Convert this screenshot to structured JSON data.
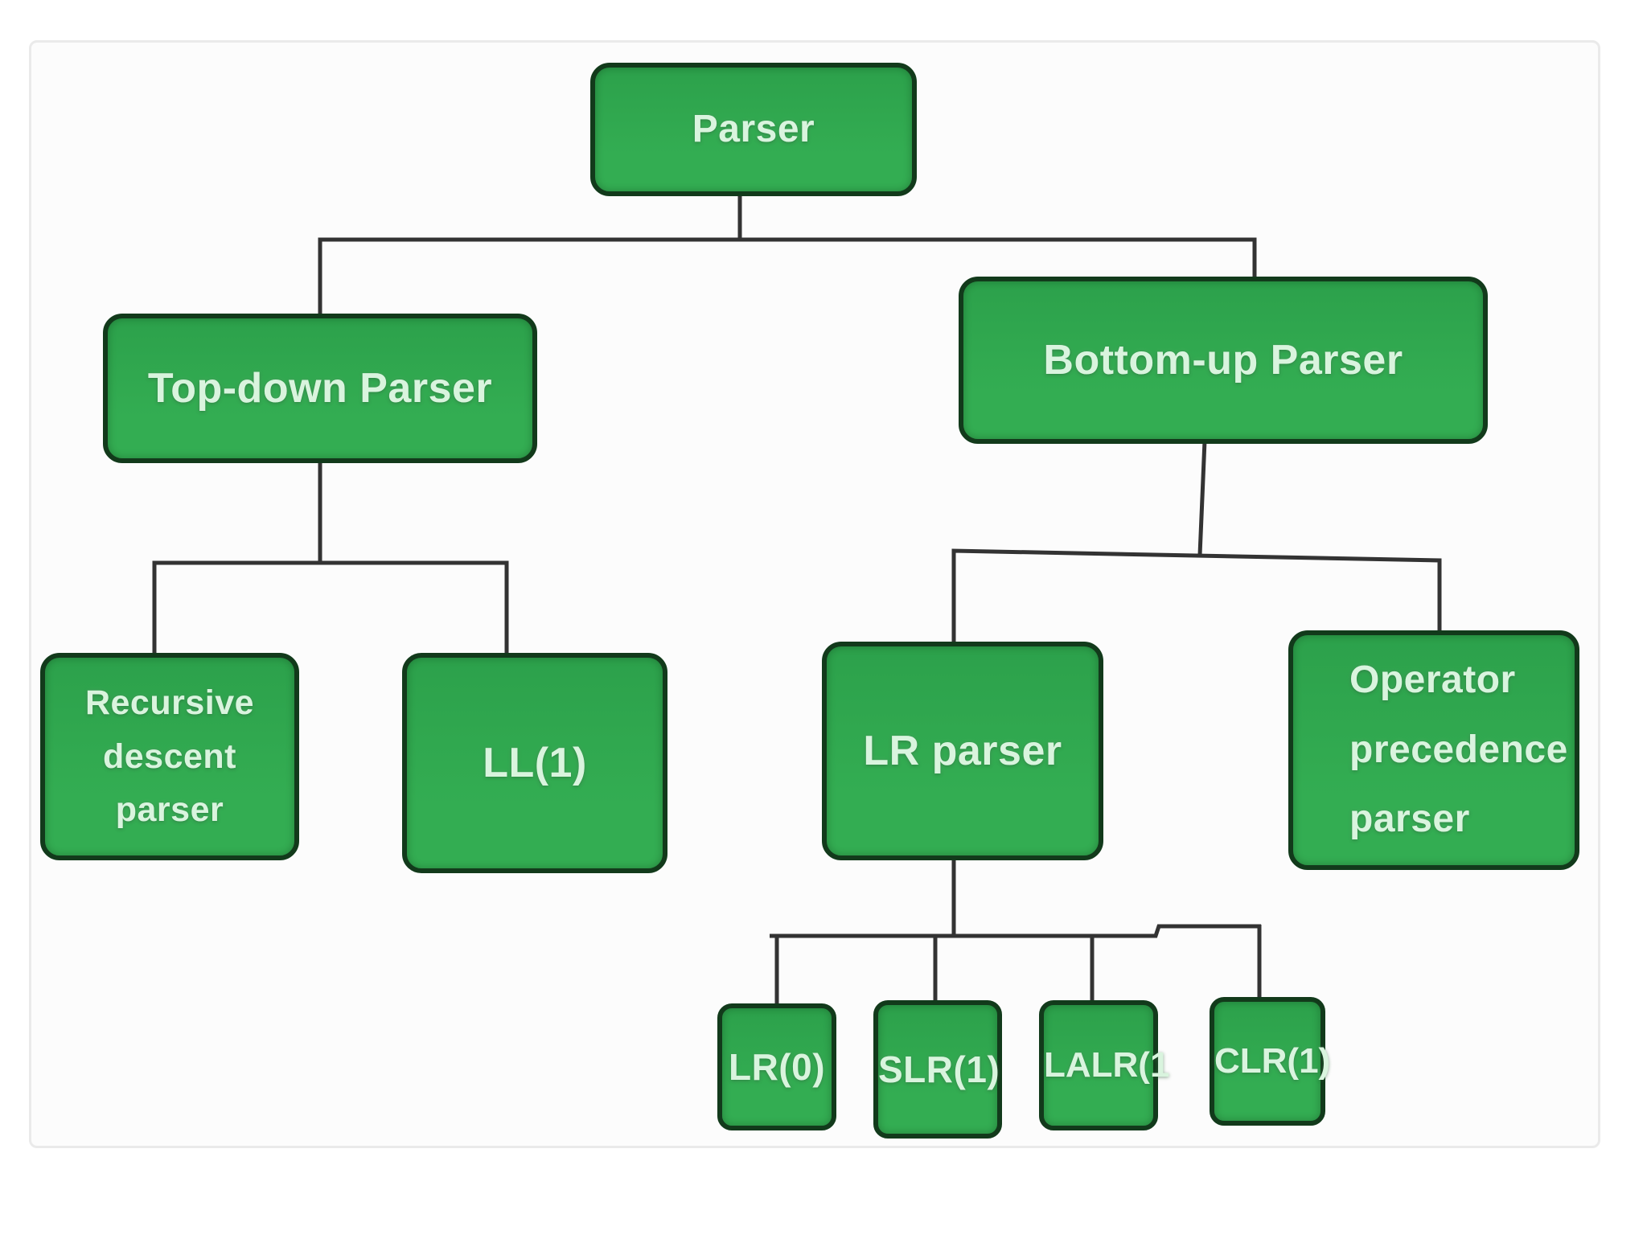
{
  "tree": {
    "label": "Parser",
    "children": [
      {
        "label": "Top-down Parser",
        "children": [
          {
            "label": "Recursive descent parser",
            "children": []
          },
          {
            "label": "LL(1)",
            "children": []
          }
        ]
      },
      {
        "label": "Bottom-up Parser",
        "children": [
          {
            "label": "LR parser",
            "children": [
              {
                "label": "LR(0)"
              },
              {
                "label": "SLR(1)"
              },
              {
                "label": "LALR(1"
              },
              {
                "label": "CLR(1)"
              }
            ]
          },
          {
            "label": "Operator precedence parser",
            "children": []
          }
        ]
      }
    ]
  },
  "colors": {
    "node_fill": "#2CA14B",
    "node_fill_light": "#33AD52",
    "node_border": "#123A1B",
    "node_text": "#D9F4DE",
    "connector_color": "#333333",
    "canvas_border": "#EAEAEA",
    "canvas_bg": "#FCFCFC",
    "page_bg": "#FFFFFF"
  }
}
